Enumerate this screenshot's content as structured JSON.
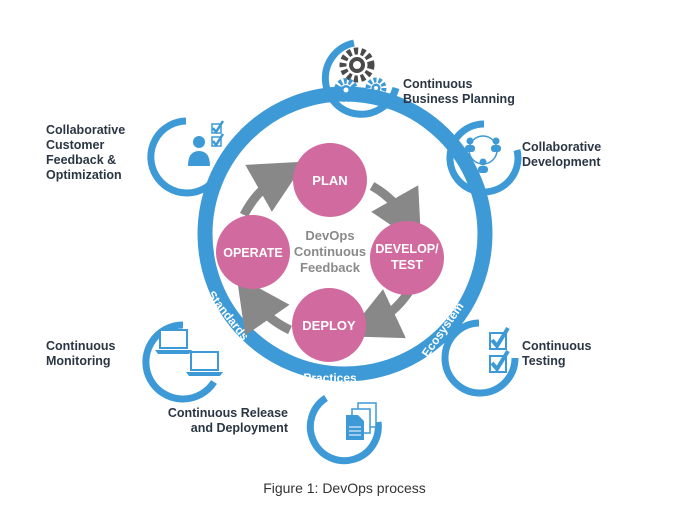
{
  "colors": {
    "blue": "#3d9ad6",
    "pink": "#d16a9e",
    "gray": "#888888",
    "dark": "#2b3644",
    "gear": "#4b4b4b"
  },
  "center": {
    "line1": "DevOps",
    "line2": "Continuous",
    "line3": "Feedback"
  },
  "stages": {
    "plan": "PLAN",
    "develop_line1": "DEVELOP/",
    "develop_line2": "TEST",
    "deploy": "DEPLOY",
    "operate": "OPERATE"
  },
  "ring": {
    "standards": "Standards",
    "practices": "Practices",
    "ecosystem": "Ecosystem"
  },
  "labels": {
    "business_planning": [
      "Continuous",
      "Business Planning"
    ],
    "collab_dev": [
      "Collaborative",
      "Development"
    ],
    "testing": [
      "Continuous",
      "Testing"
    ],
    "release": [
      "Continuous Release",
      "and Deployment"
    ],
    "monitoring": [
      "Continuous",
      "Monitoring"
    ],
    "feedback": [
      "Collaborative",
      "Customer",
      "Feedback &",
      "Optimization"
    ]
  },
  "icons": {
    "business_planning": "gears-icon",
    "collab_dev": "team-icon",
    "testing": "checklist-icon",
    "release": "documents-icon",
    "monitoring": "laptops-icon",
    "feedback": "customer-checklist-icon"
  },
  "caption": "Figure 1: DevOps process"
}
